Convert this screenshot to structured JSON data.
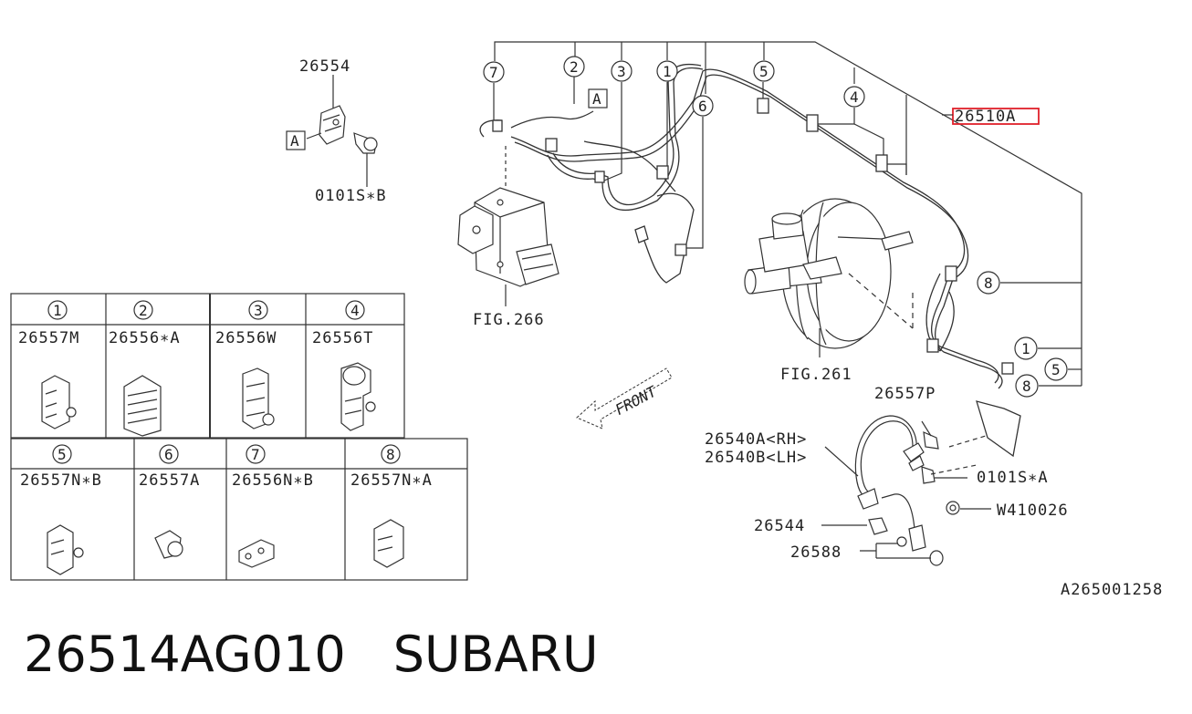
{
  "parts": {
    "p26554": "26554",
    "p0101SB": "0101S∗B",
    "pA1": "A",
    "pA2": "A",
    "fig266": "FIG.266",
    "fig261": "FIG.261",
    "p26510A": "26510A",
    "p26557P": "26557P",
    "p26540A": "26540A<RH>",
    "p26540B": "26540B<LH>",
    "p0101SA": "0101S∗A",
    "pW410026": "W410026",
    "p26544": "26544",
    "p26588": "26588",
    "front": "FRONT",
    "drawing_no": "A265001258"
  },
  "callouts": {
    "c7": "7",
    "c2": "2",
    "c3": "3",
    "c1": "1",
    "c5": "5",
    "c4": "4",
    "c6": "6",
    "c8a": "8",
    "c1b": "1",
    "c5b": "5",
    "c8b": "8"
  },
  "legend": {
    "row1": [
      {
        "num": "1",
        "part": "26557M"
      },
      {
        "num": "2",
        "part": "26556∗A"
      },
      {
        "num": "3",
        "part": "26556W"
      },
      {
        "num": "4",
        "part": "26556T"
      }
    ],
    "row2": [
      {
        "num": "5",
        "part": "26557N∗B"
      },
      {
        "num": "6",
        "part": "26557A"
      },
      {
        "num": "7",
        "part": "26556N∗B"
      },
      {
        "num": "8",
        "part": "26557N∗A"
      }
    ]
  },
  "caption": {
    "part_number": "26514AG010",
    "brand": "SUBARU"
  },
  "highlight_color": "#e0202a"
}
